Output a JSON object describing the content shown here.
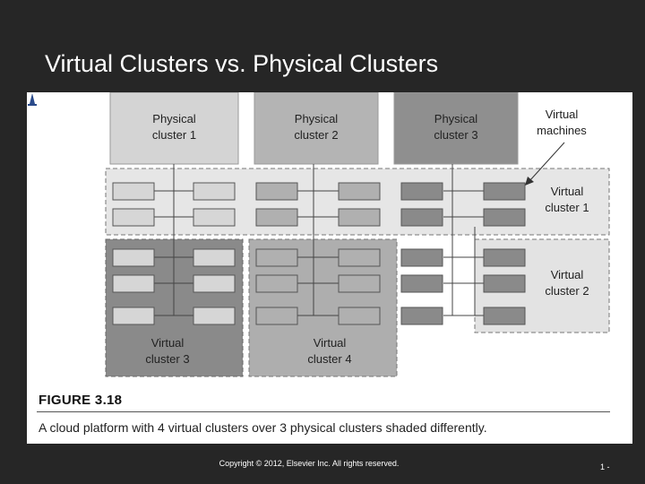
{
  "slide": {
    "title": "Virtual Clusters vs. Physical Clusters",
    "copyright": "Copyright © 2012, Elsevier Inc. All rights reserved.",
    "page_number": "1 -"
  },
  "figure": {
    "label": "FIGURE 3.18",
    "caption": "A cloud platform with 4 virtual clusters over 3 physical clusters shaded differently.",
    "physical_clusters": [
      {
        "line1": "Physical",
        "line2": "cluster 1",
        "color": "#d4d4d4"
      },
      {
        "line1": "Physical",
        "line2": "cluster 2",
        "color": "#b4b4b4"
      },
      {
        "line1": "Physical",
        "line2": "cluster 3",
        "color": "#8f8f8f"
      }
    ],
    "virtual_clusters": [
      {
        "line1": "Virtual",
        "line2": "cluster 1",
        "color": "#e6e6e6"
      },
      {
        "line1": "Virtual",
        "line2": "cluster 2",
        "color": "#e3e3e3"
      },
      {
        "line1": "Virtual",
        "line2": "cluster 3",
        "color": "#8a8a8a"
      },
      {
        "line1": "Virtual",
        "line2": "cluster 4",
        "color": "#aeaeae"
      }
    ],
    "vm_callout": {
      "line1": "Virtual",
      "line2": "machines"
    },
    "vm_colors": {
      "cluster1": "#d6d6d6",
      "cluster2": "#b0b0b0",
      "cluster3": "#8a8a8a"
    }
  }
}
